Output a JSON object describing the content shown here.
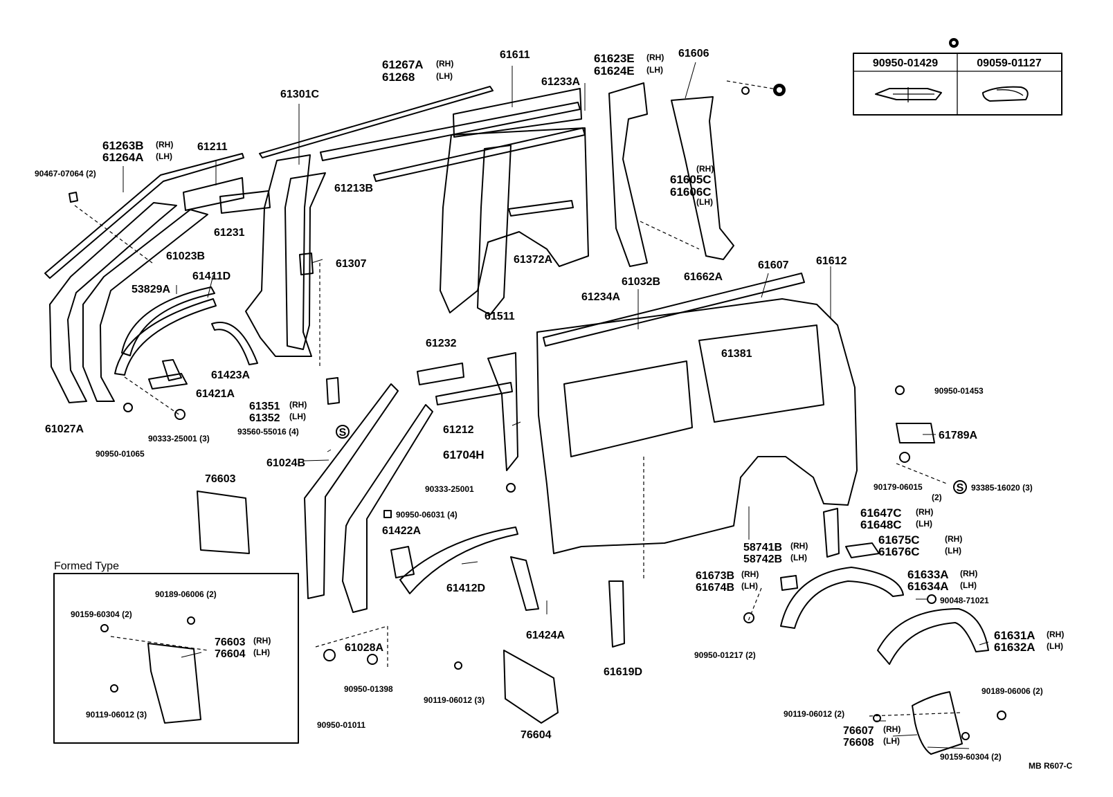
{
  "figure_code": "MB R607-C",
  "formed_type_label": "Formed Type",
  "legend": {
    "marker": "●",
    "headers": [
      "90950-01429",
      "09059-01127"
    ]
  },
  "labels": {
    "l61267A": "61267A",
    "l61267A_rh": "(RH)",
    "l61268": "61268",
    "l61268_lh": "(LH)",
    "l61611": "61611",
    "l61623E": "61623E",
    "l61623E_rh": "(RH)",
    "l61624E": "61624E",
    "l61624E_lh": "(LH)",
    "l61606": "61606",
    "l61233A": "61233A",
    "l61301C": "61301C",
    "l61263B": "61263B",
    "l61263B_rh": "(RH)",
    "l61264A": "61264A",
    "l61264A_lh": "(LH)",
    "l61211": "61211",
    "l90467": "90467-07064 (2)",
    "l61213B": "61213B",
    "l61605C_rh": "(RH)",
    "l61605C": "61605C",
    "l61606C": "61606C",
    "l61606C_lh": "(LH)",
    "l61231": "61231",
    "l61023B": "61023B",
    "l61307": "61307",
    "l61372A": "61372A",
    "l61662A": "61662A",
    "l61607": "61607",
    "l61612": "61612",
    "l61411D": "61411D",
    "l53829A": "53829A",
    "l61032B": "61032B",
    "l61234A": "61234A",
    "l61511": "61511",
    "l61423A": "61423A",
    "l61381": "61381",
    "l61232": "61232",
    "l61421A": "61421A",
    "l61027A": "61027A",
    "l61351": "61351",
    "l61351_rh": "(RH)",
    "l61352": "61352",
    "l61352_lh": "(LH)",
    "l90333a": "90333-25001 (3)",
    "l90950_01065": "90950-01065",
    "l93560": "93560-55016 (4)",
    "l61212": "61212",
    "l61024B": "61024B",
    "l61704H": "61704H",
    "l90950_01453": "90950-01453",
    "l61789A": "61789A",
    "l76603_top": "76603",
    "l90333b": "90333-25001",
    "l90179": "90179-06015",
    "l90179_qty": "(2)",
    "l93385": "93385-16020 (3)",
    "l90950_06031": "90950-06031 (4)",
    "l61422A": "61422A",
    "l61647C": "61647C",
    "l61647C_rh": "(RH)",
    "l61648C": "61648C",
    "l61648C_lh": "(LH)",
    "l58741B": "58741B",
    "l58741B_rh": "(RH)",
    "l58742B": "58742B",
    "l58742B_lh": "(LH)",
    "l61675C": "61675C",
    "l61675C_rh": "(RH)",
    "l61676C": "61676C",
    "l61676C_lh": "(LH)",
    "l61673B": "61673B",
    "l61673B_rh": "(RH)",
    "l61674B": "61674B",
    "l61674B_lh": "(LH)",
    "l61633A": "61633A",
    "l61633A_rh": "(RH)",
    "l61634A": "61634A",
    "l61634A_lh": "(LH)",
    "l61412D": "61412D",
    "l90048": "90048-71021",
    "l90189_top": "90189-06006 (2)",
    "l90159_top": "90159-60304 (2)",
    "l76603_ft": "76603",
    "l76603_ft_rh": "(RH)",
    "l76604_ft": "76604",
    "l76604_ft_lh": "(LH)",
    "l61028A": "61028A",
    "l61424A": "61424A",
    "l61619D": "61619D",
    "l90950_01217": "90950-01217 (2)",
    "l61631A": "61631A",
    "l61631A_rh": "(RH)",
    "l61632A": "61632A",
    "l61632A_lh": "(LH)",
    "l90119_ft": "90119-06012 (3)",
    "l90950_01398": "90950-01398",
    "l90119_mid": "90119-06012 (3)",
    "l90189_br": "90189-06006 (2)",
    "l90119_br": "90119-06012 (2)",
    "l76607": "76607",
    "l76607_rh": "(RH)",
    "l76608": "76608",
    "l76608_lh": "(LH)",
    "l90950_01011": "90950-01011",
    "l76604_bot": "76604",
    "l90159_br": "90159-60304 (2)",
    "s_marker": "S"
  }
}
